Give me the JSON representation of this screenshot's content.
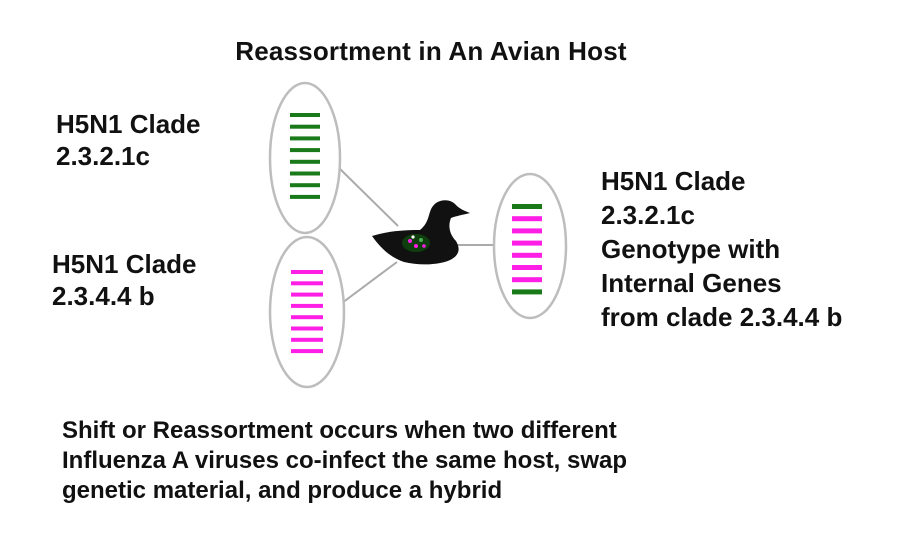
{
  "title": "Reassortment in An Avian Host",
  "left_top_label": {
    "line1": "H5N1 Clade",
    "line2": "2.3.2.1c"
  },
  "left_bottom_label": {
    "line1": "H5N1 Clade",
    "line2": "2.3.4.4 b"
  },
  "right_label": {
    "line1": "H5N1 Clade",
    "line2": "2.3.2.1c",
    "line3": "Genotype with",
    "line4": "Internal Genes",
    "line5": "from clade 2.3.4.4 b"
  },
  "caption": {
    "line1": "Shift or Reassortment occurs when two different",
    "line2": "Influenza A viruses co-infect the same host, swap",
    "line3": "genetic material, and produce a hybrid"
  },
  "colors": {
    "clade_2321c": "#1a7a1a",
    "clade_2344b": "#ff1ee6",
    "bird": "#111111",
    "ellipse_stroke": "#bdbdbd"
  },
  "virus_segments": {
    "top_left": [
      "clade_2321c",
      "clade_2321c",
      "clade_2321c",
      "clade_2321c",
      "clade_2321c",
      "clade_2321c",
      "clade_2321c",
      "clade_2321c"
    ],
    "bottom_left": [
      "clade_2344b",
      "clade_2344b",
      "clade_2344b",
      "clade_2344b",
      "clade_2344b",
      "clade_2344b",
      "clade_2344b",
      "clade_2344b"
    ],
    "right": [
      "clade_2321c",
      "clade_2344b",
      "clade_2344b",
      "clade_2344b",
      "clade_2344b",
      "clade_2344b",
      "clade_2344b",
      "clade_2321c"
    ]
  }
}
